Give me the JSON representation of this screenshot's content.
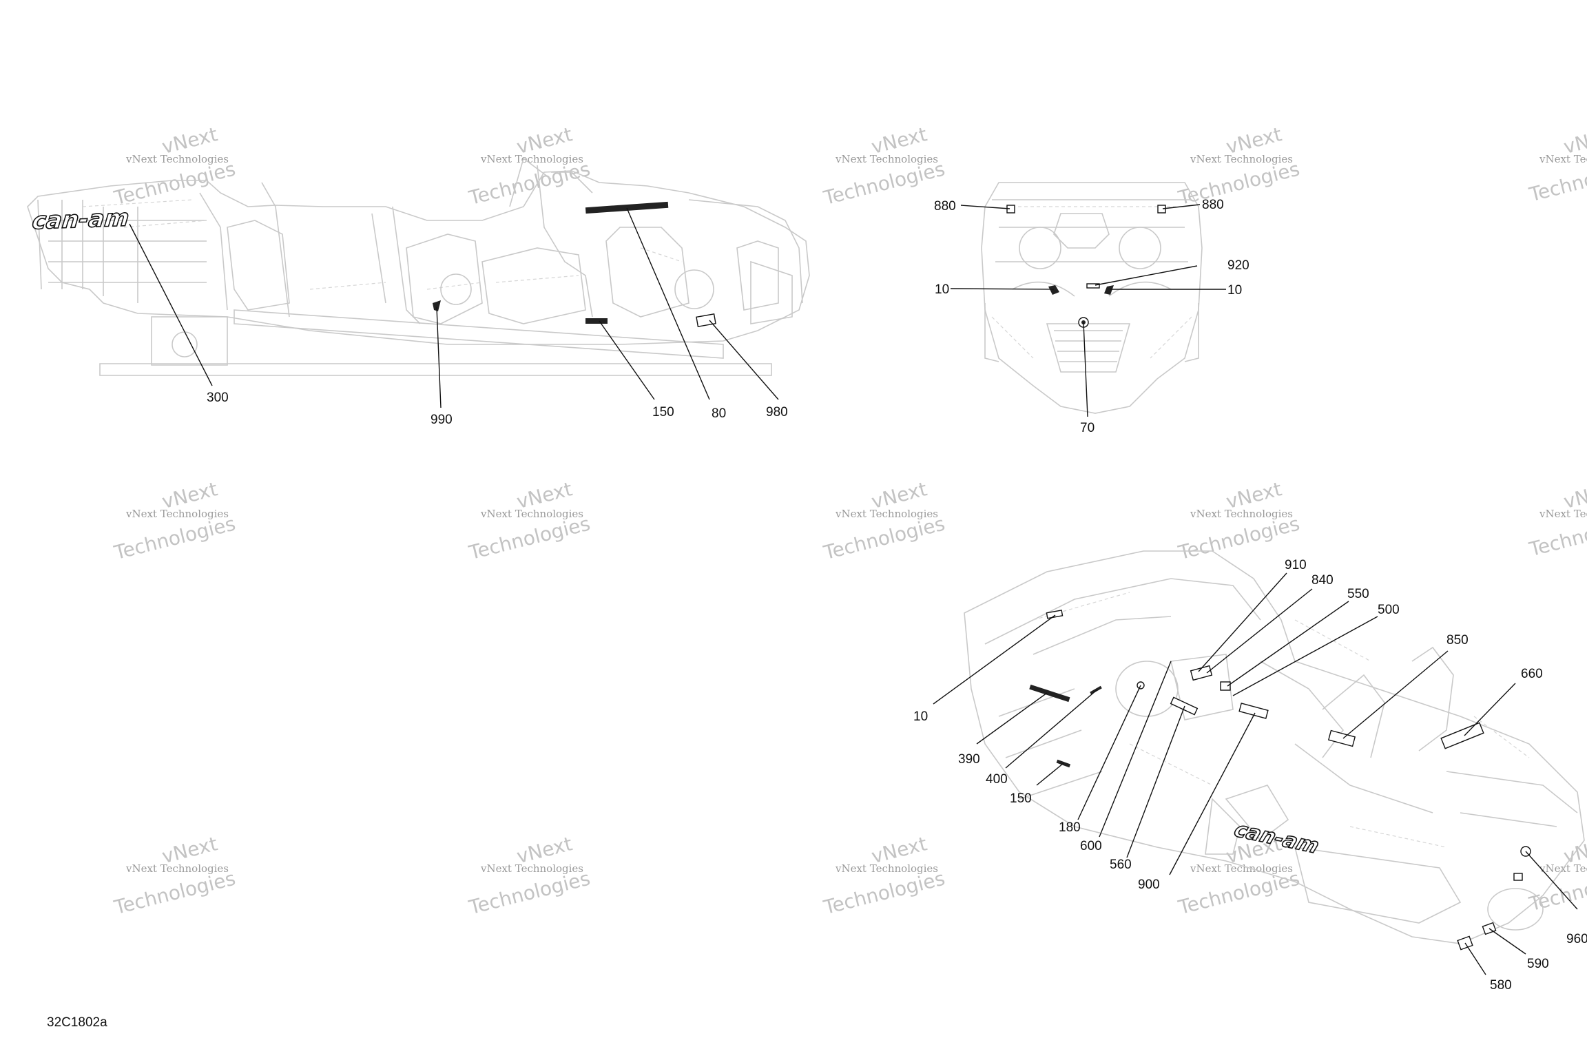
{
  "diagram_code": "32C1802a",
  "watermark": {
    "line1": "vNext",
    "line2": "vNext Technologies",
    "line3": "Technologies"
  },
  "logo_text": "can-am",
  "side_view": {
    "callouts": [
      "300",
      "990",
      "150",
      "80",
      "980"
    ]
  },
  "front_view": {
    "callouts": [
      "880",
      "880",
      "920",
      "10",
      "10",
      "70"
    ]
  },
  "iso_view": {
    "callouts": [
      "910",
      "840",
      "550",
      "500",
      "850",
      "660",
      "10",
      "390",
      "400",
      "150",
      "180",
      "600",
      "560",
      "900",
      "960",
      "590",
      "580"
    ]
  }
}
